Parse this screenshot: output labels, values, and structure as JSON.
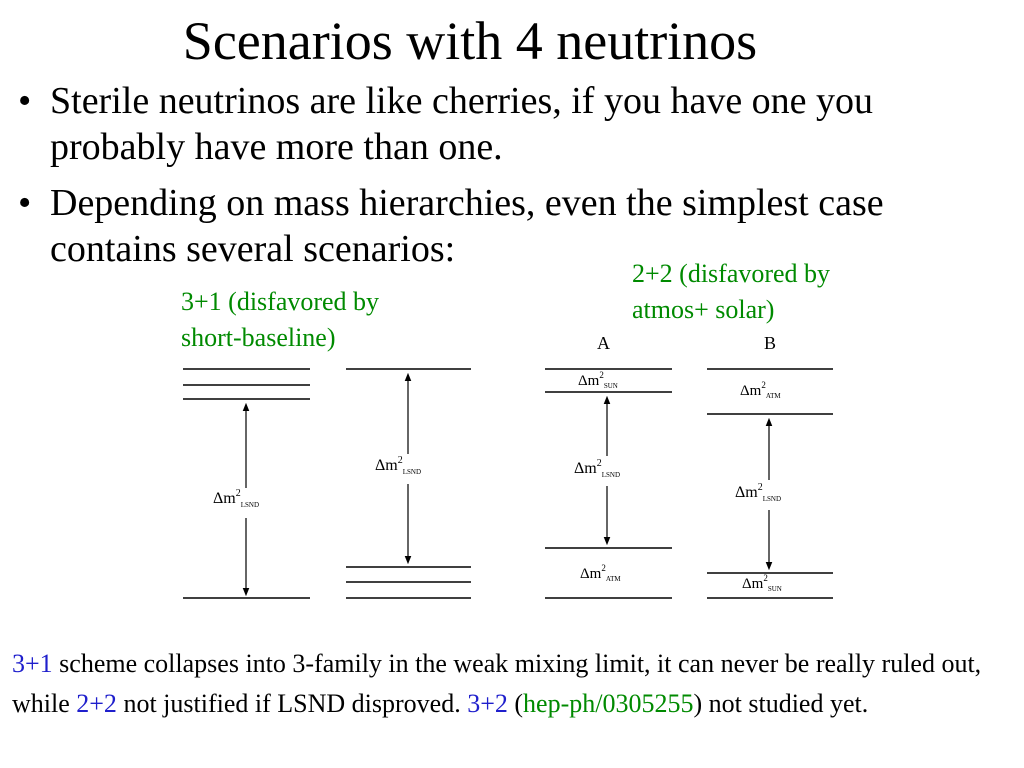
{
  "title": "Scenarios with 4 neutrinos",
  "bullets": [
    "Sterile neutrinos are like cherries, if you have one you probably have more than one.",
    "Depending on mass hierarchies, even the simplest case contains several scenarios:"
  ],
  "bullet_glyph": "•",
  "labels": {
    "scheme_31": [
      "3+1 (disfavored by",
      "short-baseline)"
    ],
    "scheme_22": [
      "2+2 (disfavored by",
      "atmos+ solar)"
    ]
  },
  "diagram": {
    "panel_a_label": "A",
    "panel_b_label": "B",
    "delta": "Δm",
    "sup": "2",
    "sub_lsnd": "LSND",
    "sub_sun": "SUN",
    "sub_atm": "ATM"
  },
  "footer": {
    "t1": "3+1",
    "t2": " scheme collapses into 3-family in the weak mixing limit, it can never be really ruled out, while ",
    "t3": "2+2",
    "t4": " not justified if LSND disproved. ",
    "t5": "3+2",
    "t6": " (",
    "t7": "hep-ph/0305255",
    "t8": ") not studied yet."
  },
  "colors": {
    "green": "#008a00",
    "blue": "#1f1fcc"
  }
}
